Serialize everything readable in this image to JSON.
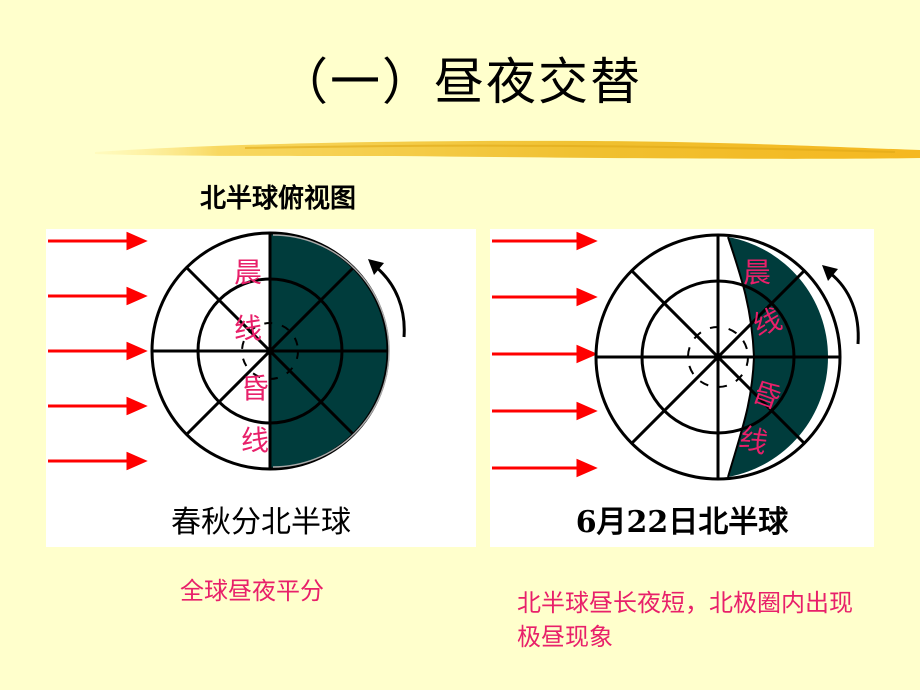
{
  "slide": {
    "title": "（一）昼夜交替",
    "subtitle": "北半球俯视图",
    "colors": {
      "background": "#ffffcc",
      "night": "#003c3c",
      "arrow": "#ff0000",
      "label": "#e8206a",
      "brush": "#f5c020"
    }
  },
  "diagrams": [
    {
      "caption": "春秋分北半球",
      "terminator_labels": [
        "晨",
        "线",
        "昏",
        "线"
      ],
      "sun_rays": 5,
      "rotation_arrow": "counterclockwise-arrow-icon"
    },
    {
      "caption": "6月22日北半球",
      "terminator_labels": [
        "晨",
        "线",
        "昏",
        "线"
      ],
      "sun_rays": 5,
      "rotation_arrow": "counterclockwise-arrow-icon"
    }
  ],
  "notes": {
    "left": "全球昼夜平分",
    "right": "北半球昼长夜短，北极圈内出现极昼现象"
  }
}
